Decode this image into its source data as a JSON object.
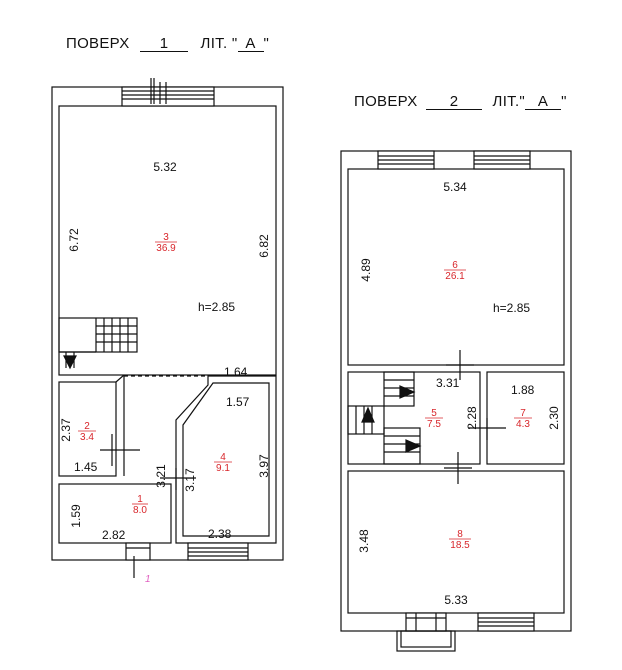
{
  "floor1": {
    "header": {
      "prefix": "ПОВЕРХ",
      "floor_no": "1",
      "lit_prefix": "ЛІТ. \"",
      "lit_value": "А",
      "lit_suffix": "\""
    },
    "dims": {
      "top_width": "5.32",
      "left_height": "6.72",
      "right_height": "6.82",
      "ceiling": "h=2.85",
      "d164": "1.64",
      "d157": "1.57",
      "d237": "2.37",
      "d145": "1.45",
      "d321": "3.21",
      "d317": "3.17",
      "d397": "3.97",
      "d159": "1.59",
      "d282": "2.82",
      "d238": "2.38"
    },
    "rooms": [
      {
        "id": "3",
        "area": "36.9"
      },
      {
        "id": "2",
        "area": "3.4"
      },
      {
        "id": "4",
        "area": "9.1"
      },
      {
        "id": "1",
        "area": "8.0"
      }
    ],
    "entrance_mark": "1"
  },
  "floor2": {
    "header": {
      "prefix": "ПОВЕРХ",
      "floor_no": "2",
      "lit_prefix": "ЛІТ.\"",
      "lit_value": "А",
      "lit_suffix": "\""
    },
    "dims": {
      "top_width": "5.34",
      "left_height": "4.89",
      "ceiling": "h=2.85",
      "d331": "3.31",
      "d188": "1.88",
      "d228": "2.28",
      "d230": "2.30",
      "d348": "3.48",
      "d533": "5.33"
    },
    "rooms": [
      {
        "id": "6",
        "area": "26.1"
      },
      {
        "id": "5",
        "area": "7.5"
      },
      {
        "id": "7",
        "area": "4.3"
      },
      {
        "id": "8",
        "area": "18.5"
      }
    ]
  },
  "colors": {
    "line": "#111111",
    "room_label": "#d8262b",
    "mark": "#e060c0"
  }
}
